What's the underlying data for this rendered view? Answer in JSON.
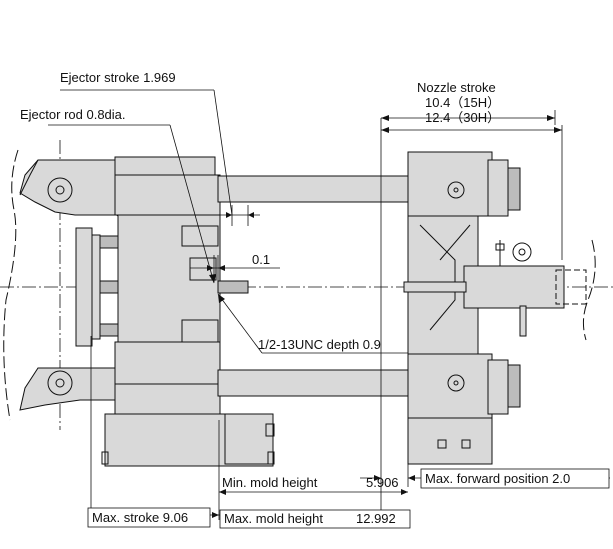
{
  "colors": {
    "body": "#d9d9d9",
    "line": "#111111",
    "background": "#ffffff"
  },
  "labels": {
    "ejector_stroke": "Ejector stroke 1.969",
    "ejector_rod": "Ejector rod 0.8dia.",
    "nozzle_stroke_title": "Nozzle stroke",
    "nozzle_stroke_15h": "10.4（15H）",
    "nozzle_stroke_30h": "12.4（30H）",
    "gap": "0.1",
    "thread": "1/2-13UNC depth 0.9",
    "max_forward": "Max. forward position 2.0",
    "min_mold_height_label": "Min. mold height",
    "min_mold_height_value": "5.906",
    "max_mold_height_label": "Max. mold height",
    "max_mold_height_value": "12.992",
    "max_stroke": "Max. stroke 9.06"
  }
}
